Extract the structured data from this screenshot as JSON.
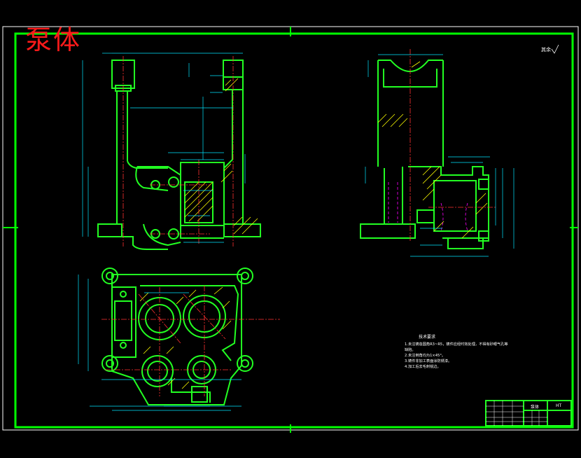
{
  "drawing": {
    "title": "泵体",
    "roughness_mark": "其余",
    "colors": {
      "background": "#000000",
      "frame": "#00ff00",
      "outline": "#22ff22",
      "dimension": "#00e5ff",
      "centerline": "#ff3030",
      "hatch": "#ffff00",
      "hidden": "#ff00ff",
      "text": "#ffffff",
      "title_red": "#ff1a1a"
    },
    "notes": {
      "title": "技术要求",
      "items": [
        "1.未注铸造圆角R3~R5，铸件应经时效处理，不得有砂眼气孔等",
        "缺陷。",
        "2.未注倒角均为1×45°。",
        "3.铸件非加工表面涂防锈漆。",
        "4.加工后去毛刺锐边。"
      ]
    },
    "title_block": {
      "part_name": "泵体",
      "code": "HT"
    },
    "icons": [
      "roughness-symbol-icon",
      "centering-mark-icon"
    ]
  }
}
